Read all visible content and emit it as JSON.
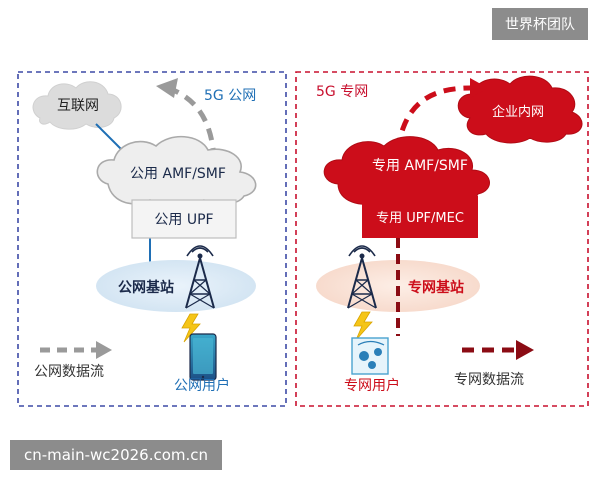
{
  "brand_badge": "世界杯团队",
  "watermark": "cn-main-wc2026.com.cn",
  "public_network": {
    "title": "5G 公网",
    "internet": "互联网",
    "amf_smf": "公用 AMF/SMF",
    "upf": "公用 UPF",
    "base_station": "公网基站",
    "user": "公网用户",
    "flow_legend": "公网数据流"
  },
  "private_network": {
    "title": "5G 专网",
    "enterprise_intranet": "企业内网",
    "amf_smf": "专用 AMF/SMF",
    "upf_mec": "专用 UPF/MEC",
    "base_station": "专网基站",
    "user": "专网用户",
    "flow_legend": "专网数据流"
  },
  "colors": {
    "public_border": "#3d4aa6",
    "private_border": "#c8102e",
    "private_red": "#cc0d1a",
    "public_text": "#1f6fb5",
    "gray_flow": "#9a9a9a"
  },
  "icons": [
    "antenna-tower-icon",
    "lightning-icon",
    "smartphone-icon",
    "iot-device-icon",
    "arrow-right-icon"
  ]
}
